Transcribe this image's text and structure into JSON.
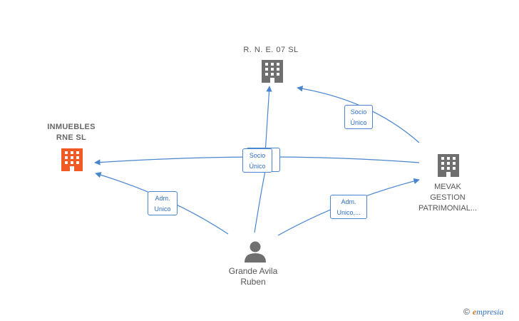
{
  "nodes": {
    "rne07": {
      "label": "R. N. E. 07 SL",
      "color": "#6f6f6f"
    },
    "inmuebles": {
      "label_lines": [
        "INMUEBLES",
        "RNE SL"
      ],
      "color": "#f15a24"
    },
    "mevak": {
      "label_lines": [
        "MEVAK",
        "GESTION",
        "PATRIMONIAL..."
      ],
      "color": "#6f6f6f"
    },
    "person": {
      "label_lines": [
        "Grande Avila",
        "Ruben"
      ],
      "color": "#6f6f6f"
    }
  },
  "edges": {
    "mevak_to_rne07": [
      "Socio",
      "Único"
    ],
    "mevak_to_inmuebles": [
      "Socio",
      "Único"
    ],
    "person_to_inmuebles": [
      "Adm.",
      "Unico"
    ],
    "person_to_mevak": [
      "Adm.",
      "Unico,..."
    ]
  },
  "edge_color": "#4a86cf",
  "brand": {
    "copyright": "©",
    "initial": "e",
    "name": "mpresia"
  }
}
